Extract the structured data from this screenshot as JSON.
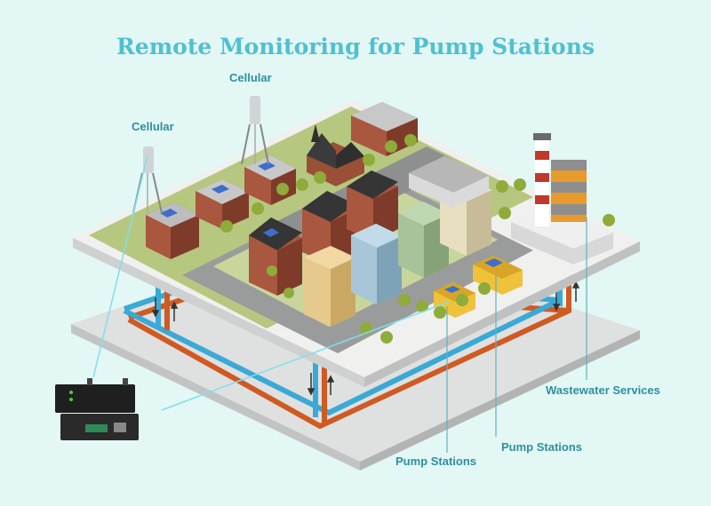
{
  "title": "Remote Monitoring for Pump Stations",
  "labels": {
    "cellular_left": "Cellular",
    "cellular_top": "Cellular",
    "pump_stations_1": "Pump Stations",
    "pump_stations_2": "Pump Stations",
    "wastewater": "Wastewater Services"
  },
  "colors": {
    "background": "#e3f7f5",
    "title": "#4fc0d2",
    "label": "#2e8fa0",
    "blue_pipe": "#3aa9d6",
    "orange_pipe": "#cf5a22",
    "signal_line": "#7fe0ec"
  },
  "icons": [
    "cellular-tower-icon",
    "router-device-icon",
    "solar-panel-icon",
    "factory-chimney-icon",
    "tree-icon"
  ]
}
